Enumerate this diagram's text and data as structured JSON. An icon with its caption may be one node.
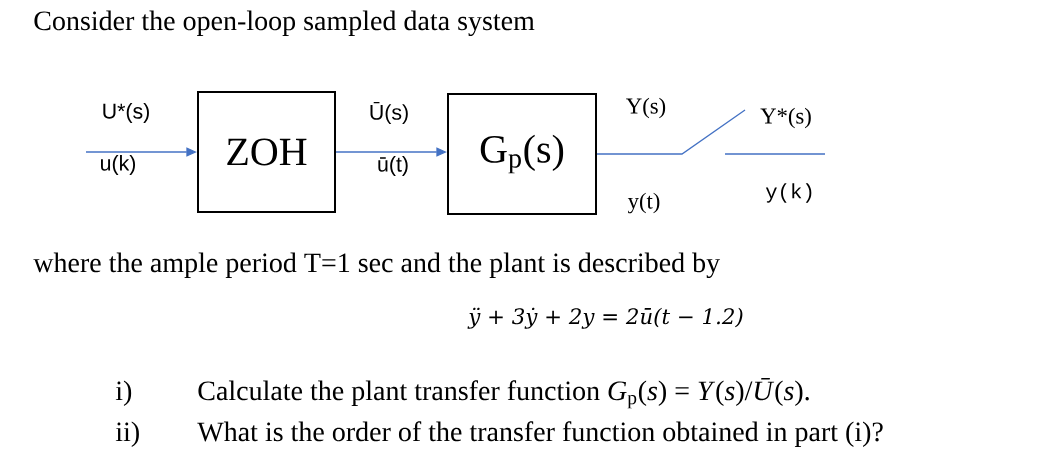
{
  "diagram": {
    "nodes": [
      {
        "text": [
          "ZOH"
        ]
      },
      {
        "text": [
          "G$_{p}$(s)"
        ]
      }
    ],
    "edges": [
      {
        "from": null,
        "to": 0,
        "arrow": "to"
      },
      {
        "from": 0,
        "to": 1,
        "arrow": "to"
      },
      {
        "from": 1,
        "to": null,
        "arrow": "none"
      }
    ],
    "labels": [
      "Consider the open-loop sampled data system",
      "U*(s)",
      "Ū(s)",
      "Y(s)",
      "Y*(s)",
      "u(k)",
      "ū(t)",
      "y(t)",
      "y(k)",
      "where the ample period T=1 sec and the plant is described by",
      "ÿ + 3ẏ + 2y = 2ū(t − 1.2)",
      "i)",
      "Calculate the plant transfer function *G*$_{p}$(*s*) = *Y*(*s*)/*Ū*(*s*).",
      "ii)",
      "What is the order of the transfer function obtained in part (i)?"
    ]
  }
}
